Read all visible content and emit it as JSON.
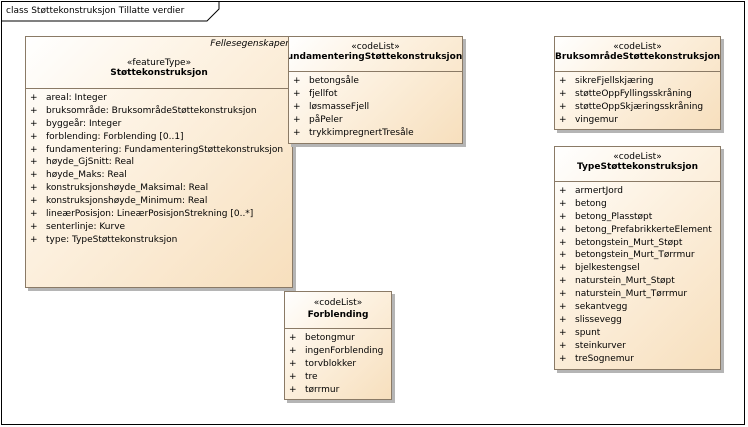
{
  "frame": {
    "title": "class Støttekonstruksjon Tillatte verdier"
  },
  "classes": {
    "stottekonstruksjon": {
      "package": "Fellesegenskaper",
      "stereotype": "«featureType»",
      "name": "Støttekonstruksjon",
      "attributes": [
        "areal: Integer",
        "bruksområde: BruksområdeStøttekonstruksjon",
        "byggeår: Integer",
        "forblending: Forblending [0..1]",
        "fundamentering: FundamenteringStøttekonstruksjon",
        "høyde_GjSnitt: Real",
        "høyde_Maks: Real",
        "konstruksjonshøyde_Maksimal: Real",
        "konstruksjonshøyde_Minimum: Real",
        "lineærPosisjon: LineærPosisjonStrekning [0..*]",
        "senterlinje: Kurve",
        "type: TypeStøttekonstruksjon"
      ]
    },
    "fundamentering": {
      "stereotype": "«codeList»",
      "name": "FundamenteringStøttekonstruksjon",
      "attributes": [
        "betongsåle",
        "fjellfot",
        "løsmasseFjell",
        "påPeler",
        "trykkimpregnertTresåle"
      ]
    },
    "bruksomrade": {
      "stereotype": "«codeList»",
      "name": "BruksområdeStøttekonstruksjon",
      "attributes": [
        "sikreFjellskjæring",
        "støtteOppFyllingsskråning",
        "støtteOppSkjæringsskråning",
        "vingemur"
      ]
    },
    "type": {
      "stereotype": "«codeList»",
      "name": "TypeStøttekonstruksjon",
      "attributes": [
        "armertJord",
        "betong",
        "betong_Plasstøpt",
        "betong_PrefabrikkerteElement",
        "betongstein_Murt_Støpt",
        "betongstein_Murt_Tørrmur",
        "bjelkestengsel",
        "naturstein_Murt_Støpt",
        "naturstein_Murt_Tørrmur",
        "sekantvegg",
        "slissevegg",
        "spunt",
        "steinkurver",
        "treSognemur"
      ]
    },
    "forblending": {
      "stereotype": "«codeList»",
      "name": "Forblending",
      "attributes": [
        "betongmur",
        "ingenForblending",
        "torvblokker",
        "tre",
        "tørrmur"
      ]
    }
  }
}
